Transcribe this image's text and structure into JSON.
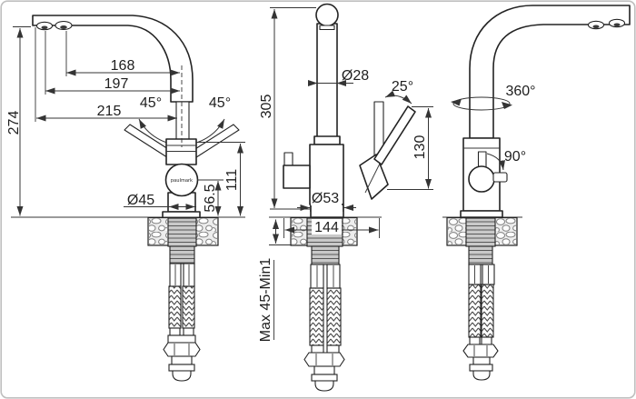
{
  "brand_logo": "paulmark",
  "left": {
    "overall_height": "274",
    "reach_outer": "215",
    "reach_mid": "197",
    "reach_inner": "168",
    "angle_left": "45°",
    "angle_right": "45°",
    "base_diameter": "Ø45",
    "body_center_height": "56.5",
    "handle_top_height": "111"
  },
  "middle": {
    "spout_height": "305",
    "spout_diameter": "Ø28",
    "lever_tilt": "25°",
    "lever_length": "130",
    "body_diameter": "Ø53",
    "mount_width": "144",
    "mount_range": "Max 45-Min1"
  },
  "right": {
    "spout_rotation": "360°",
    "handle_rotation": "90°"
  },
  "colors": {
    "outline": "#232323",
    "dimension": "#343434",
    "metal_gray": "#c9c9c9",
    "thread_line": "#585858",
    "background": "#ffffff",
    "frame": "#bfbfbf"
  }
}
